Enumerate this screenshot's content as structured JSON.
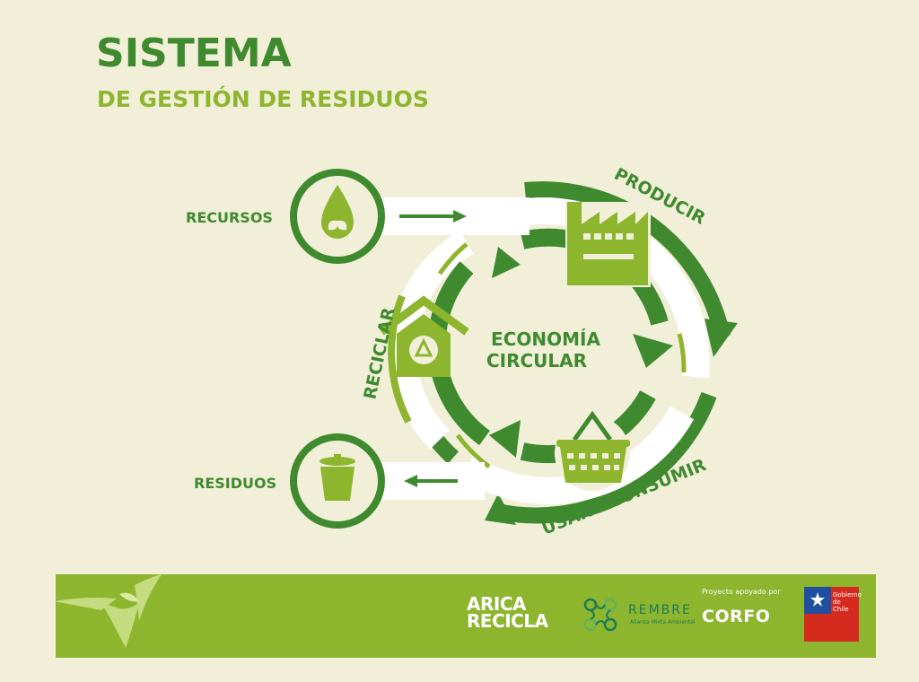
{
  "title": {
    "main": "SISTEMA",
    "sub": "DE GESTIÓN DE RESIDUOS"
  },
  "diagram": {
    "center_line1": "ECONOMÍA",
    "center_line2": "CIRCULAR",
    "stages": {
      "producir": "PRODUCIR",
      "usar_consumir": "USAR - CONSUMIR",
      "reciclar": "RECICLAR"
    },
    "inputs": {
      "recursos": "RECURSOS",
      "residuos": "RESIDUOS"
    },
    "icons": [
      "water-drop-icon",
      "factory-icon",
      "basket-icon",
      "recycle-house-icon",
      "trash-bin-icon"
    ],
    "colors": {
      "dark_green": "#3f8a2f",
      "light_green": "#8db52e",
      "background": "#f2efd9"
    }
  },
  "footer": {
    "arica_line1": "ARICA",
    "arica_line2": "RECICLA",
    "rembre": "REMBRE",
    "rembre_sub": "Alianza Mixta Ambiental",
    "proyecto": "Proyecto apoyado por",
    "corfo": "CORFO",
    "gobierno": "Gobierno de Chile"
  }
}
